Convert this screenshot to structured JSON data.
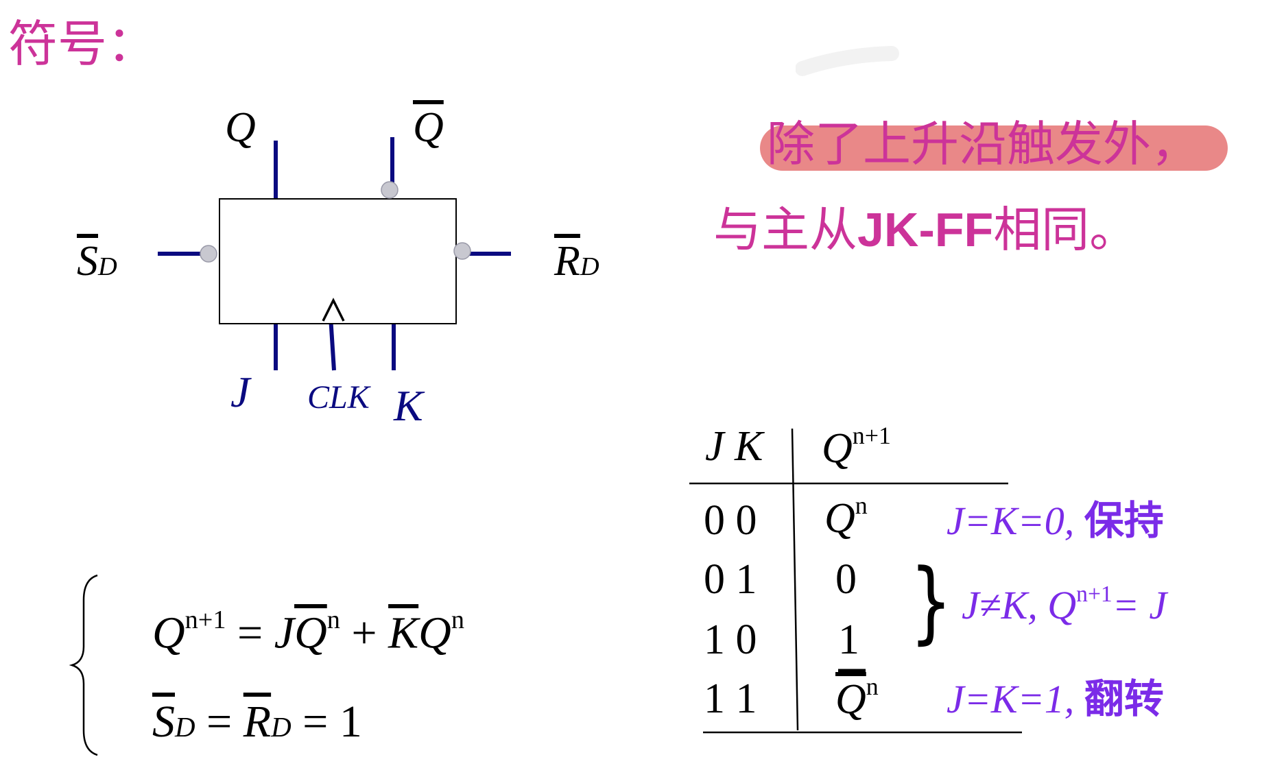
{
  "heading": "符号：",
  "note": {
    "line1": "除了上升沿触发外，",
    "line2_pre": "与主从",
    "line2_bold": "JK-FF",
    "line2_post": "相同。"
  },
  "colors": {
    "title": "#CC3399",
    "pin": "#0A0A80",
    "bubble": "#C8C8D0",
    "highlight": "#E57373",
    "annotation": "#7B2BE8"
  },
  "symbol": {
    "pin_q": "Q",
    "pin_qbar": "Q",
    "pin_sd_main": "S",
    "pin_sd_sub": "D",
    "pin_rd_main": "R",
    "pin_rd_sub": "D",
    "pin_j": "J",
    "pin_clk": "CLK",
    "pin_k": "K",
    "clock_mark": "^"
  },
  "equation": {
    "line1": {
      "q": "Q",
      "q_sup": "n+1",
      "eq": "=",
      "j": "J",
      "qbar": "Q",
      "qbar_sup": "n",
      "plus": "+",
      "kbar": "K",
      "q2": "Q",
      "q2_sup": "n"
    },
    "line2": {
      "s": "S",
      "s_sub": "D",
      "eq1": "=",
      "r": "R",
      "r_sub": "D",
      "eq2": "=",
      "one": "1"
    }
  },
  "truth_table": {
    "header_jk": "J K",
    "header_q": "Q",
    "header_q_sup": "n+1",
    "rows": [
      {
        "jk": "0 0",
        "q": "Q",
        "q_sup": "n"
      },
      {
        "jk": "0 1",
        "q": "0",
        "q_sup": ""
      },
      {
        "jk": "1 0",
        "q": "1",
        "q_sup": ""
      },
      {
        "jk": "1 1",
        "q": "Q",
        "q_sup": "n"
      }
    ]
  },
  "annotations": {
    "hold_math": "J=K=0,",
    "hold_cn": "保持",
    "set_math": "J≠K,",
    "set_q": "Q",
    "set_sup": "n+1",
    "set_eq": "= J",
    "toggle_math": "J=K=1,",
    "toggle_cn": "翻转",
    "brace": "}"
  }
}
